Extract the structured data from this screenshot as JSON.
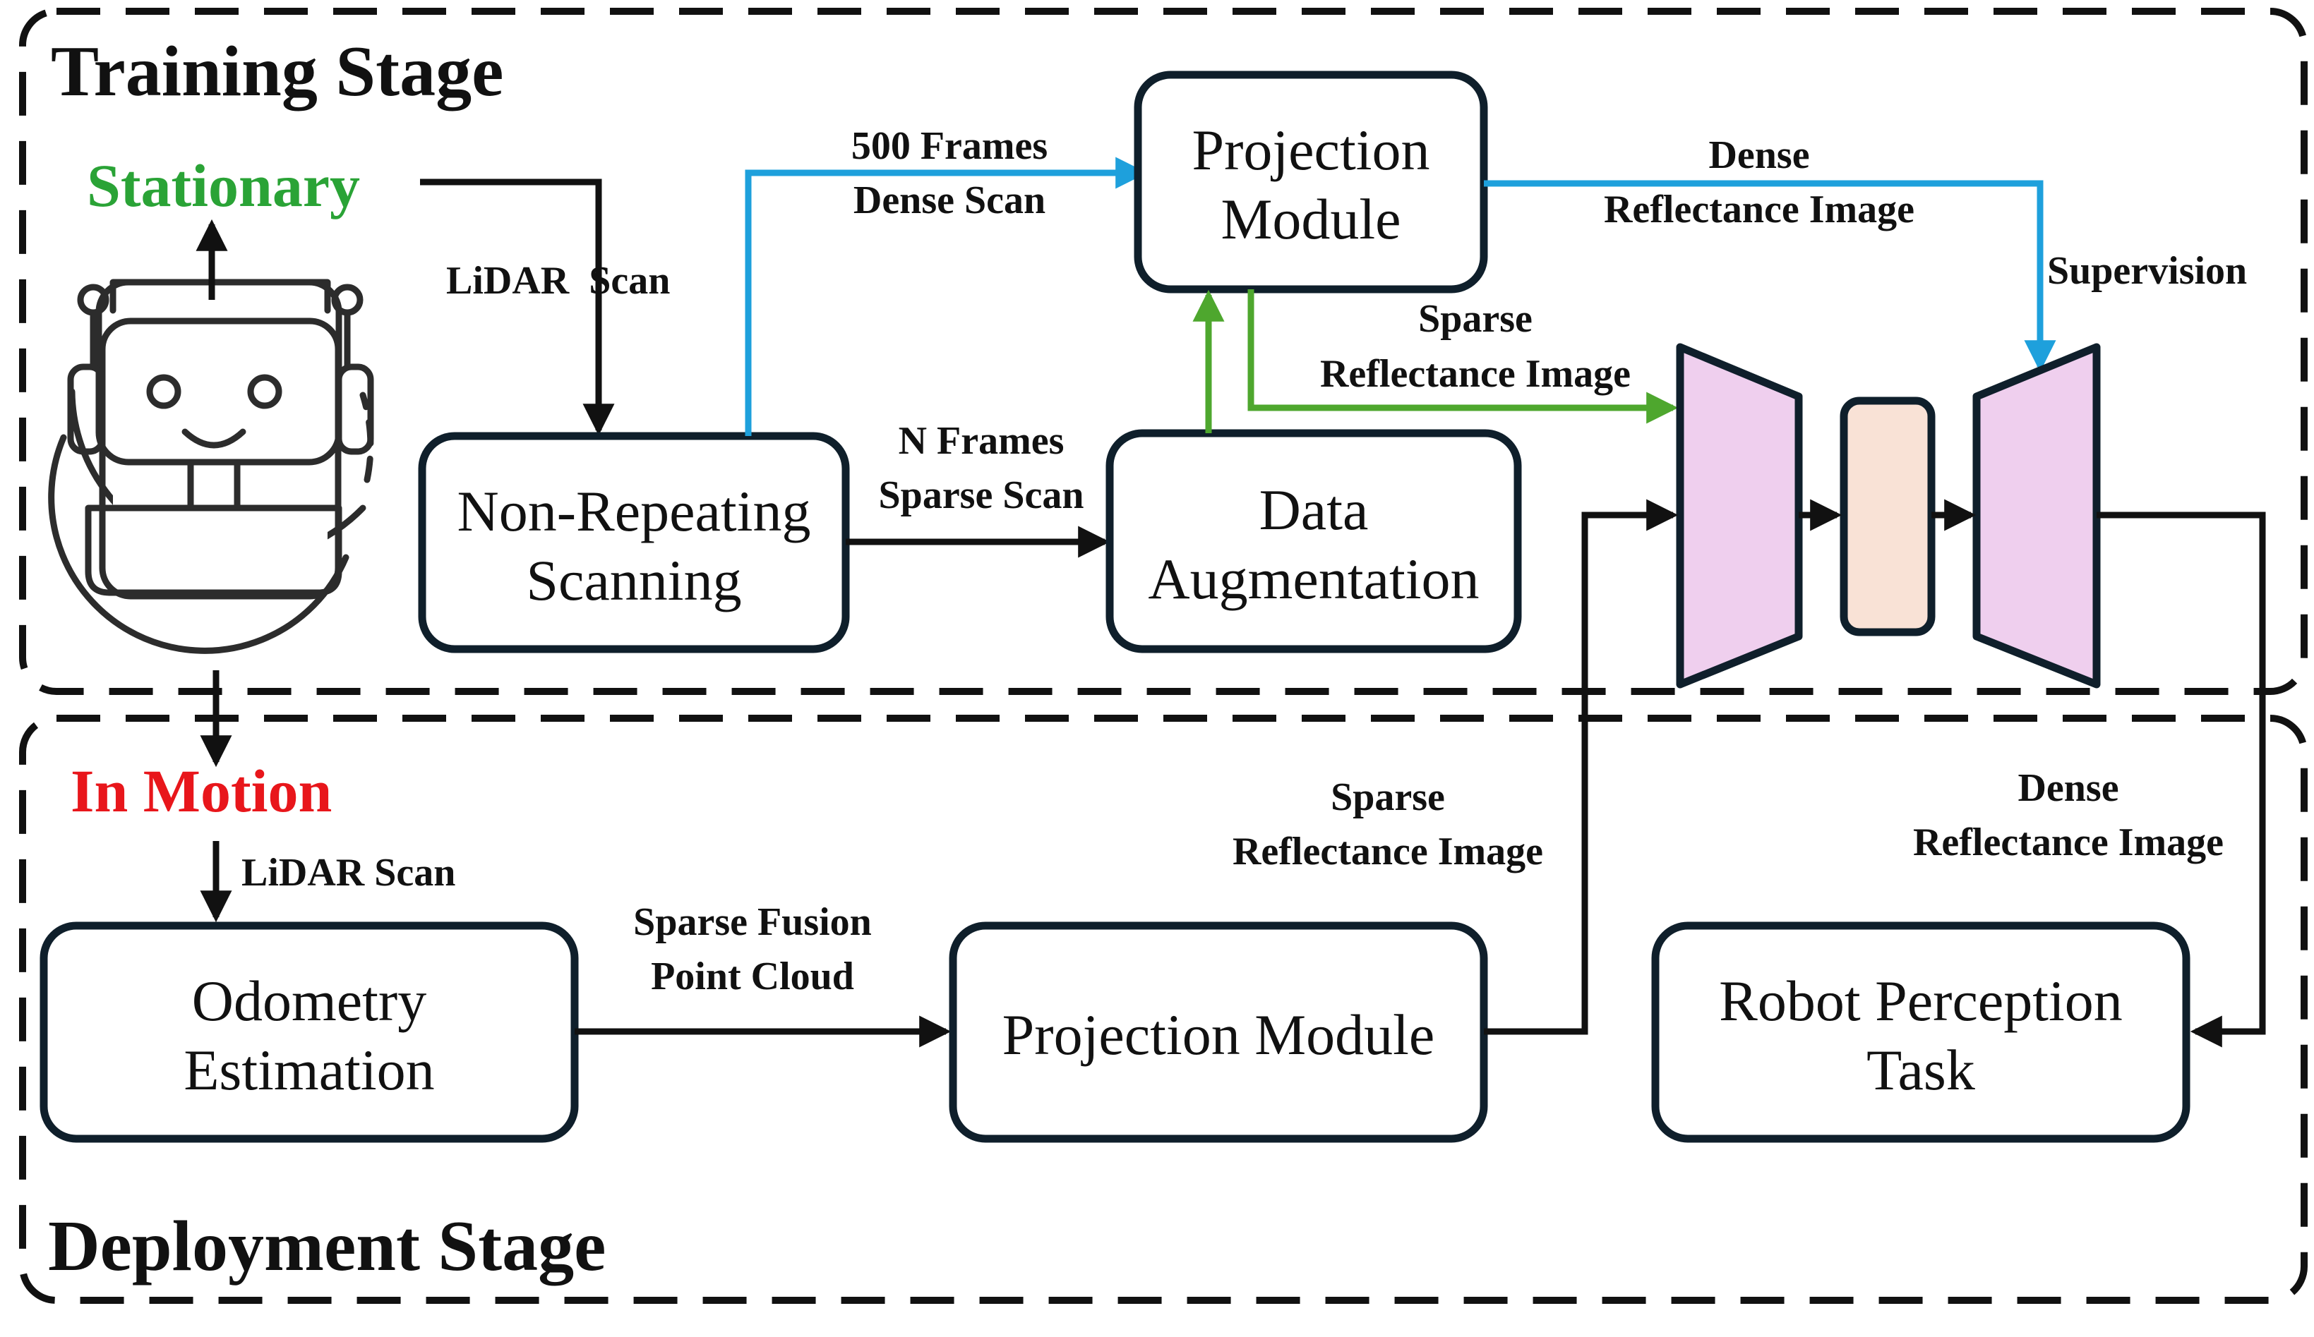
{
  "training_stage": {
    "title": "Training Stage",
    "state": "Stationary",
    "state_color": "#2aa336",
    "lidar_scan": "LiDAR  Scan",
    "non_repeating_scanning": [
      "Non-Repeating",
      "Scanning"
    ],
    "projection_module": [
      "Projection",
      "Module"
    ],
    "data_augmentation": [
      "Data",
      "Augmentation"
    ],
    "label_500_frames": [
      "500 Frames",
      "Dense Scan"
    ],
    "label_n_frames": [
      "N Frames",
      "Sparse Scan"
    ],
    "label_dense_reflectance": [
      "Dense",
      "Reflectance Image"
    ],
    "label_sparse_reflectance": [
      "Sparse",
      "Reflectance Image"
    ],
    "label_supervision": "Supervision"
  },
  "deployment_stage": {
    "title": "Deployment Stage",
    "state": "In Motion",
    "state_color": "#e8161b",
    "lidar_scan": "LiDAR Scan",
    "odometry_estimation": [
      "Odometry",
      "Estimation"
    ],
    "projection_module": "Projection Module",
    "robot_perception_task": [
      "Robot Perception",
      "Task"
    ],
    "label_sparse_fusion": [
      "Sparse Fusion",
      "Point Cloud"
    ],
    "label_sparse_reflectance": [
      "Sparse",
      "Reflectance Image"
    ],
    "label_dense_reflectance": [
      "Dense",
      "Reflectance Image"
    ]
  },
  "colors": {
    "dense_path": "#1ea0dc",
    "sparse_path": "#4ea72e",
    "encoder_decoder_fill": "#efcfee",
    "bottleneck_fill": "#f9e2d6",
    "border": "#0f1f2b"
  },
  "icons": [
    "robot-icon"
  ]
}
